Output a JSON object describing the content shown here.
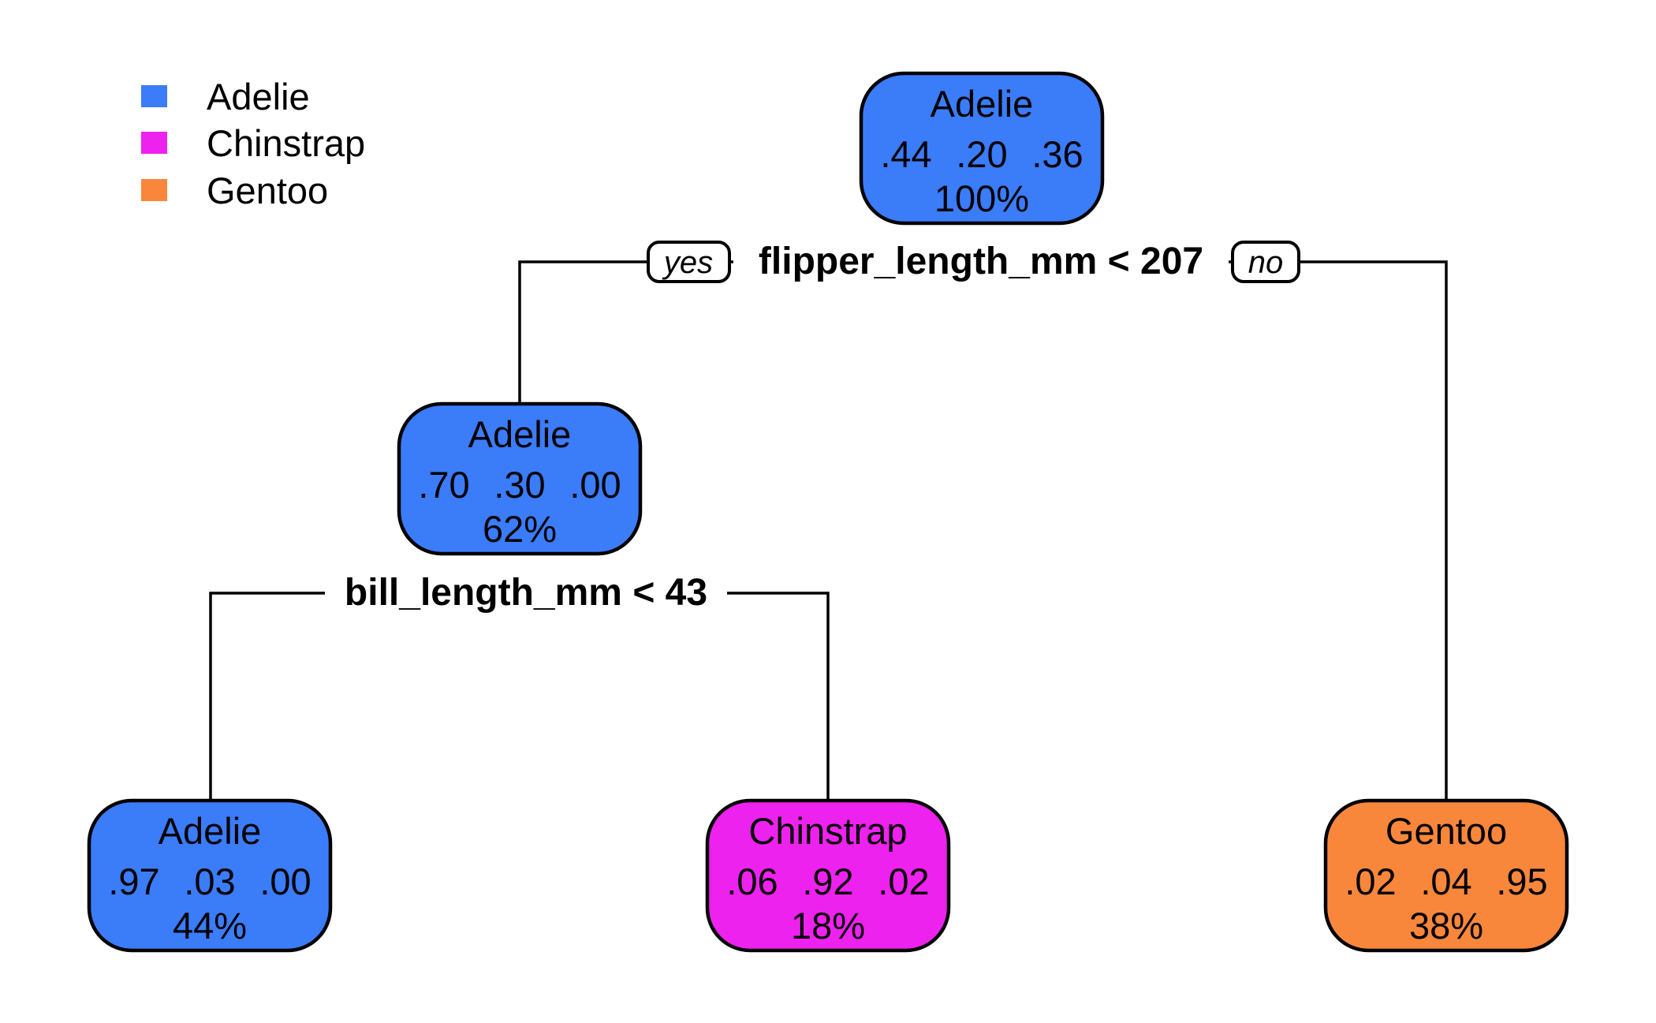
{
  "legend": {
    "items": [
      {
        "label": "Adelie",
        "color": "#3B7CF8"
      },
      {
        "label": "Chinstrap",
        "color": "#EE22EE"
      },
      {
        "label": "Gentoo",
        "color": "#F8873C"
      }
    ]
  },
  "splits": {
    "root": {
      "condition": "flipper_length_mm < 207",
      "yes": "yes",
      "no": "no"
    },
    "internal": {
      "condition": "bill_length_mm < 43"
    }
  },
  "nodes": {
    "root": {
      "label": "Adelie",
      "probs": [
        ".44",
        ".20",
        ".36"
      ],
      "coverage": "100%",
      "color": "#3B7CF8"
    },
    "internal": {
      "label": "Adelie",
      "probs": [
        ".70",
        ".30",
        ".00"
      ],
      "coverage": "62%",
      "color": "#3B7CF8"
    },
    "leaf_left": {
      "label": "Adelie",
      "probs": [
        ".97",
        ".03",
        ".00"
      ],
      "coverage": "44%",
      "color": "#3B7CF8"
    },
    "leaf_middle": {
      "label": "Chinstrap",
      "probs": [
        ".06",
        ".92",
        ".02"
      ],
      "coverage": "18%",
      "color": "#EE22EE"
    },
    "leaf_right": {
      "label": "Gentoo",
      "probs": [
        ".02",
        ".04",
        ".95"
      ],
      "coverage": "38%",
      "color": "#F8873C"
    }
  }
}
